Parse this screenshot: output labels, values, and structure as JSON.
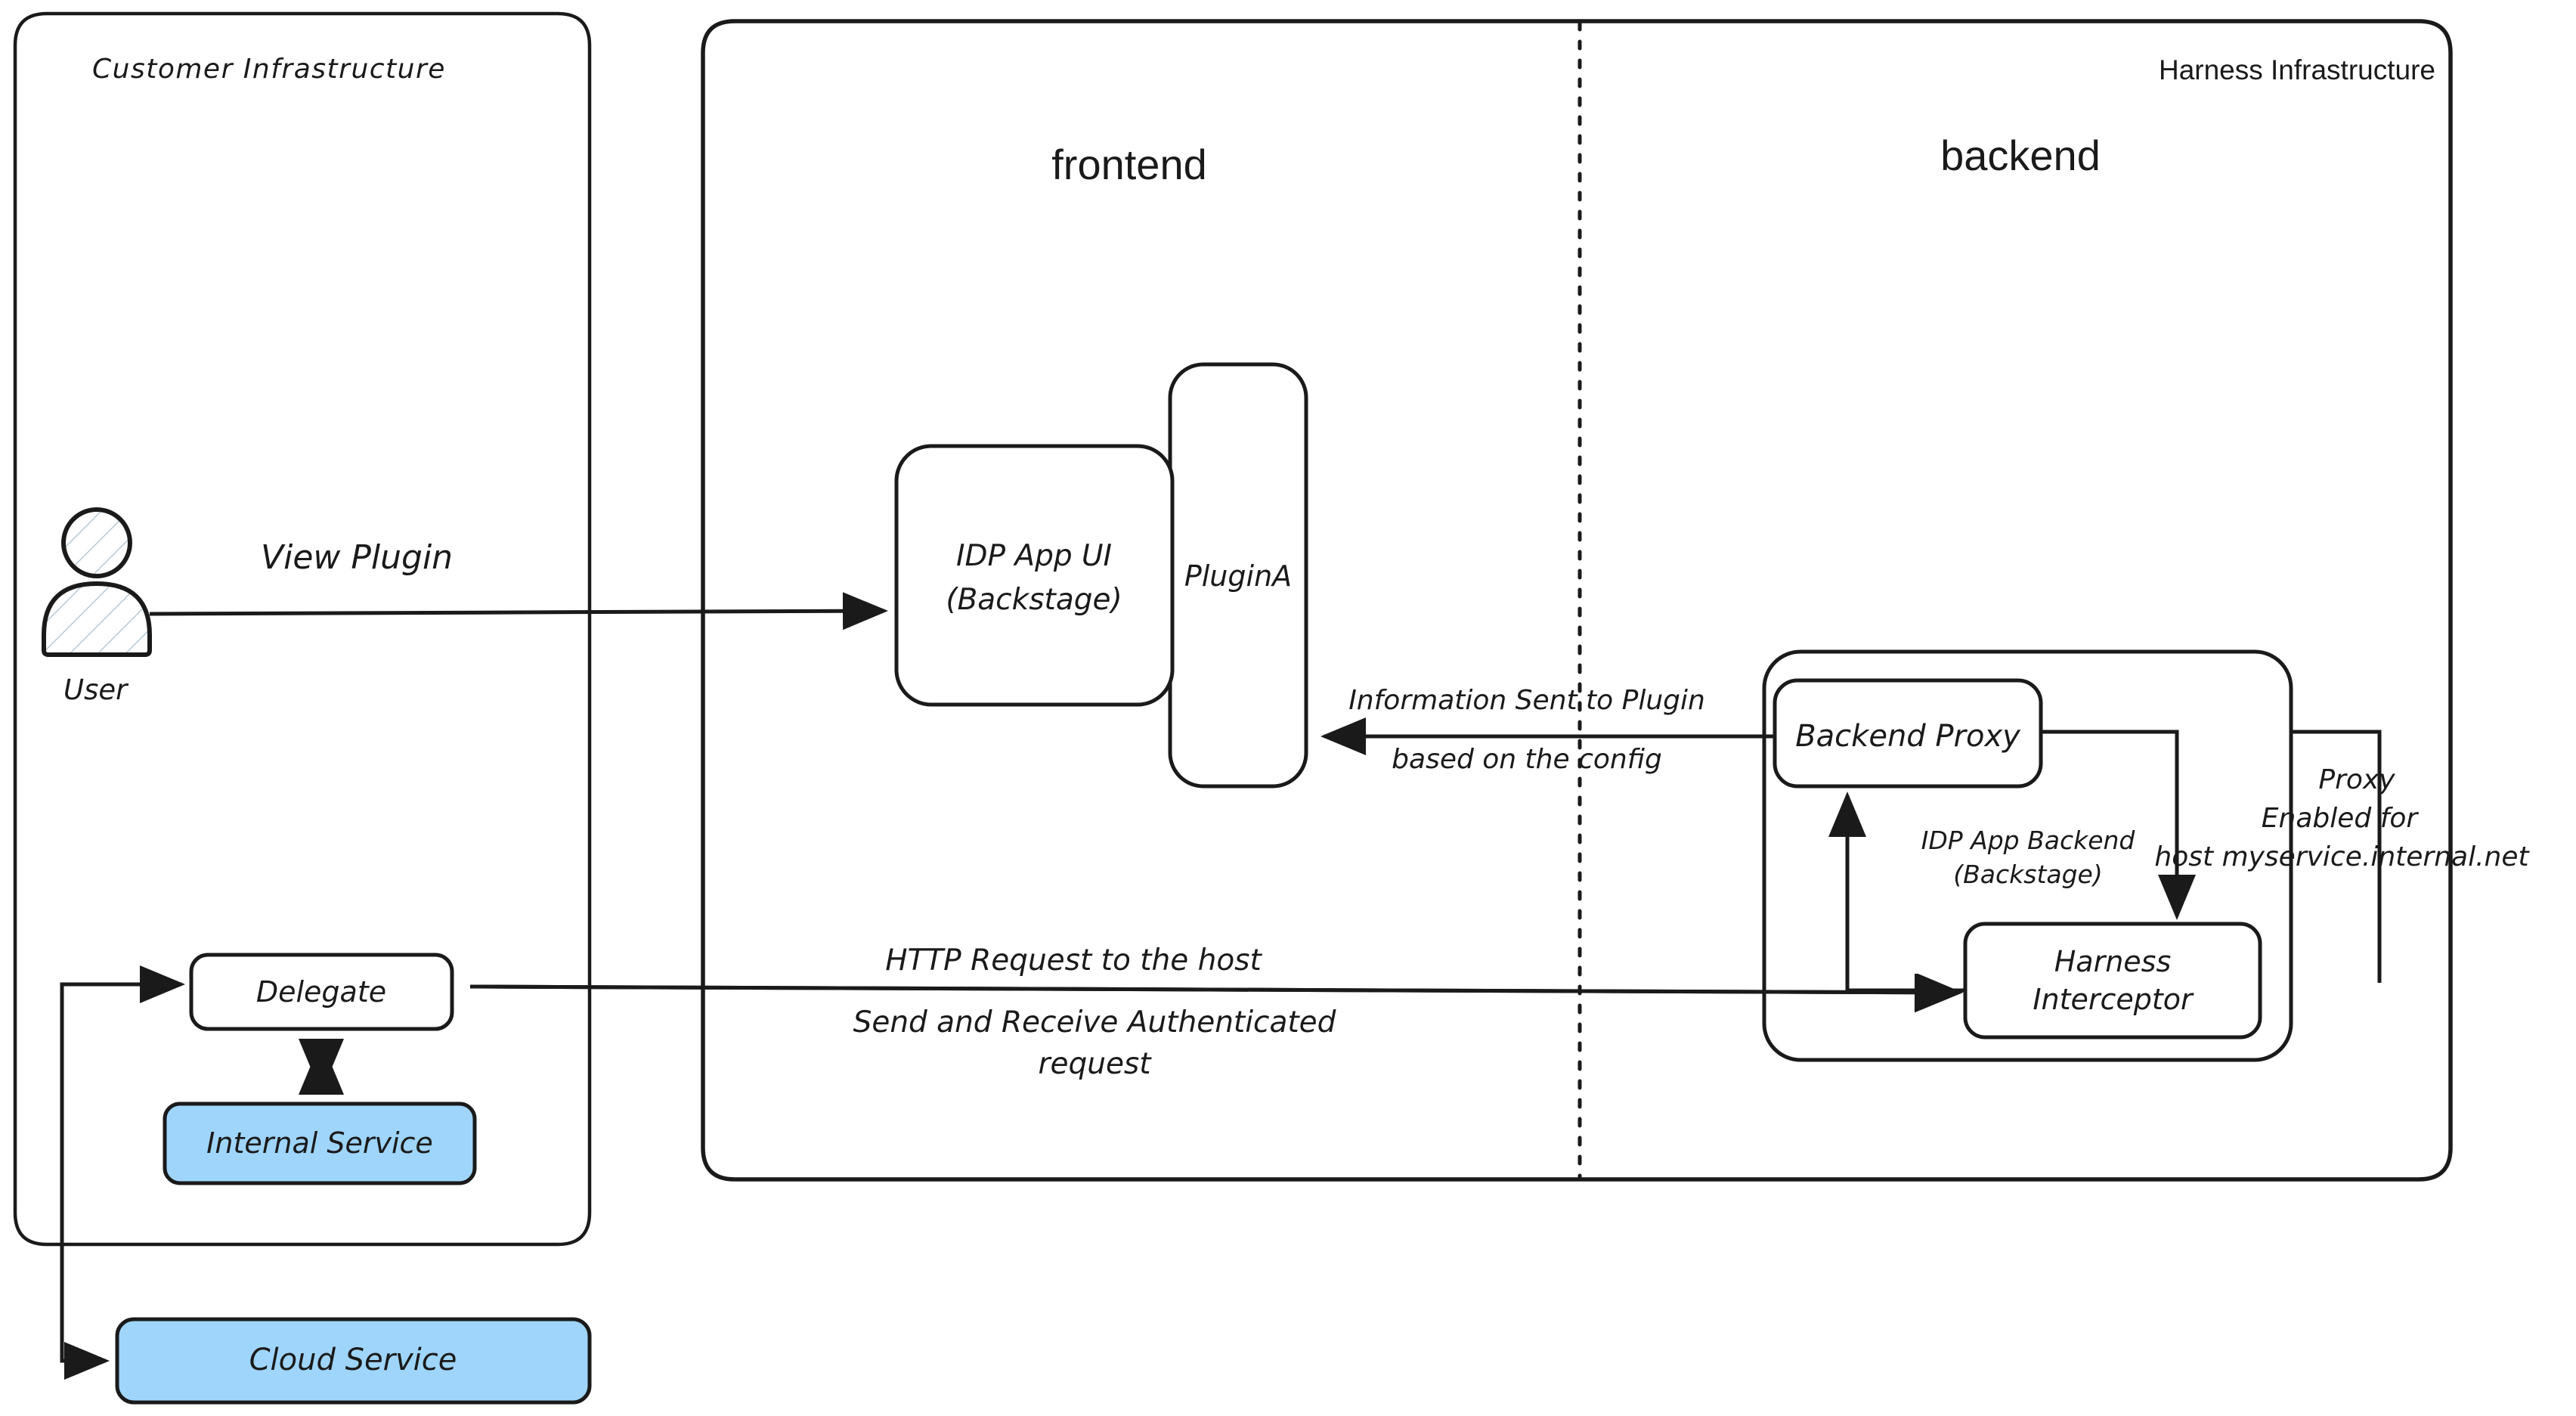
{
  "diagram": {
    "title": "Harness IDP Plugin Proxy Architecture",
    "type": "architecture-flow"
  },
  "containers": {
    "customer": {
      "label": "Customer Infrastructure"
    },
    "harness": {
      "label": "Harness Infrastructure"
    },
    "frontend": {
      "label": "frontend"
    },
    "backend": {
      "label": "backend"
    },
    "backend_group": {
      "label": "IDP App Backend\n(Backstage)",
      "line1": "IDP App Backend",
      "line2": "(Backstage)"
    }
  },
  "nodes": {
    "user": {
      "label": "User",
      "icon": "actor-icon"
    },
    "idp_app_ui": {
      "line1": "IDP App UI",
      "line2": "(Backstage)"
    },
    "plugin_a": {
      "label": "PluginA"
    },
    "backend_proxy": {
      "label": "Backend Proxy"
    },
    "harness_interceptor": {
      "line1": "Harness",
      "line2": "Interceptor"
    },
    "delegate": {
      "label": "Delegate"
    },
    "internal_service": {
      "label": "Internal Service"
    },
    "cloud_service": {
      "label": "Cloud Service"
    }
  },
  "edges": {
    "view_plugin": {
      "label": "View Plugin"
    },
    "info_to_plugin": {
      "line1": "Information Sent to Plugin",
      "line2": "based on the config"
    },
    "http_request": {
      "line1": "HTTP Request to the host",
      "line2": "Send and Receive Authenticated",
      "line3": "request"
    },
    "proxy_enabled": {
      "line1": "Proxy",
      "line2": "Enabled for",
      "line3": "host myservice.internal.net"
    }
  },
  "colors": {
    "stroke": "#1a1a1a",
    "service_fill": "#9FD5FB",
    "background": "#ffffff",
    "text": "#1a1a1a"
  }
}
